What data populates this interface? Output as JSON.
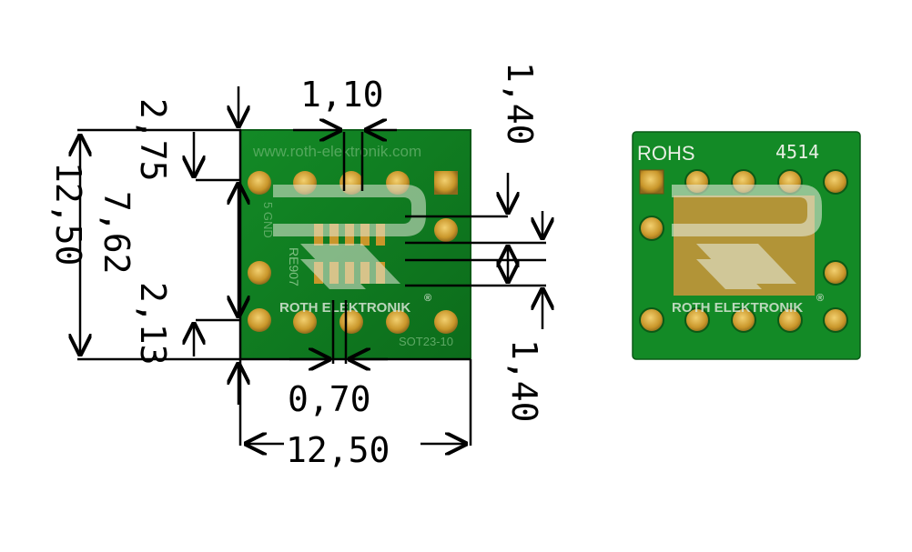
{
  "dimensions": {
    "pitch_top": "1,10",
    "pad_height_top": "1,40",
    "pad_height_bottom": "1,40",
    "top_offset": "2,75",
    "row_spacing": "7,62",
    "board_height": "12,50",
    "bottom_offset": "2,13",
    "pitch_bottom": "0,70",
    "board_width": "12,50"
  },
  "left_board": {
    "brand": "ROTH ELEKTRONIK",
    "registered": "®",
    "url": "www.roth-elektronik.com",
    "part": "RE907",
    "footprint": "SOT23-10",
    "side_text": "5 GND"
  },
  "right_board": {
    "rohs": "ROHS",
    "code": "4514",
    "brand": "ROTH ELEKTRONIK",
    "registered": "®"
  },
  "colors": {
    "pcb": "#0f7a1f",
    "pcb_dark": "#0a5f17",
    "pad": "#c99a2e",
    "pad_light": "#e8c25a",
    "logo": "#e4e9d9",
    "dim_line": "#000000"
  }
}
